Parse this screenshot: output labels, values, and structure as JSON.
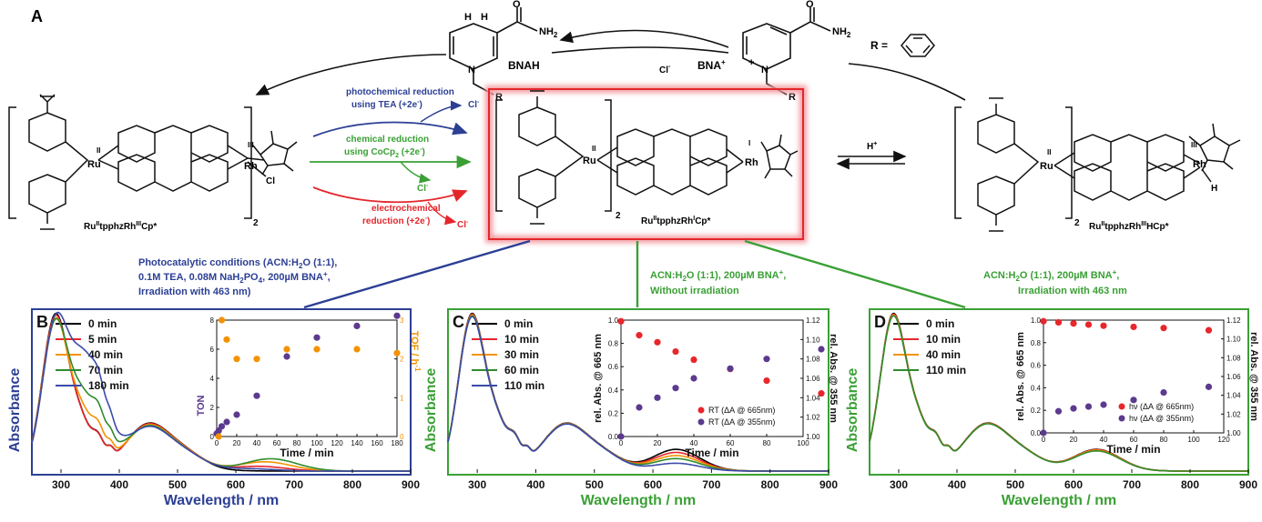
{
  "figure": {
    "panel_a_label": "A",
    "r_equals": "R =",
    "bnah": "BNAH",
    "bna": "BNA",
    "bna_sup": "+",
    "cl_minus": "Cl",
    "minus": "-",
    "h_plus": "H",
    "plus": "+",
    "nh2": "NH",
    "nh2_sub": "2",
    "o": "O",
    "n": "N",
    "r": "R",
    "h": "H",
    "cl": "Cl",
    "ru_ox": "II",
    "rh_ox_III": "III",
    "rh_ox_I": "I",
    "ru": "Ru",
    "rh": "Rh",
    "sub2": "2",
    "compound_left": "Ru",
    "compound_left_sup1": "II",
    "compound_left_mid": "tpphzRh",
    "compound_left_sup2": "III",
    "compound_left_end": "Cp*",
    "compound_center_sup2": "I",
    "compound_right_mid": "tpphzRh",
    "compound_right_sup2": "III",
    "compound_right_end": "HCp*",
    "photochem_1": "photochemical reduction",
    "photochem_2": "using TEA (+2e",
    "chem_1": "chemical reduction",
    "chem_2": "using CoCp",
    "chem_2b": " (+2e",
    "electro_1": "electrochemical",
    "electro_2": "reduction (+2e",
    "close": ")",
    "cond_b_1": "Photocatalytic conditions (ACN:H",
    "cond_b_1b": "O (1:1),",
    "cond_b_2": "0.1M TEA, 0.08M NaH",
    "cond_b_2b": "PO",
    "cond_b_2c": ", 200µM BNA",
    "cond_b_2d": ",",
    "cond_b_3": "Irradiation with 463 nm)",
    "cond_c_1": "ACN:H",
    "cond_c_1b": "O (1:1), 200µM BNA",
    "cond_c_1c": ",",
    "cond_c_2": "Without irradiation",
    "cond_d_1": "ACN:H",
    "cond_d_1b": "O (1:1), 200µM BNA",
    "cond_d_1c": ",",
    "cond_d_2": "Irradiation with 463 nm",
    "sub4": "4"
  },
  "chart_data": [
    {
      "type": "line",
      "panel": "B",
      "xlabel": "Wavelength / nm",
      "ylabel": "Absorbance",
      "xlim": [
        250,
        900
      ],
      "xticks": [
        300,
        400,
        500,
        600,
        700,
        800,
        900
      ],
      "legend": [
        "0 min",
        "5 min",
        "40 min",
        "70 min",
        "180 min"
      ],
      "colors": [
        "#000000",
        "#e8262b",
        "#f39200",
        "#2e8b2e",
        "#3b4aa8"
      ],
      "inset": {
        "type": "scatter",
        "xlabel": "Time / min",
        "ylabel_left": "TON",
        "ylabel_right": "TOF / h",
        "ylabel_right_sup": "-1",
        "xticks": [
          0,
          20,
          40,
          60,
          80,
          100,
          120,
          140,
          160,
          180
        ],
        "yticks_left": [
          0,
          2,
          4,
          6,
          8
        ],
        "yticks_right": [
          0,
          1,
          2,
          3
        ],
        "ton": {
          "x": [
            0,
            2,
            5,
            10,
            20,
            40,
            70,
            100,
            140,
            180
          ],
          "y": [
            0.2,
            0.4,
            0.7,
            1.0,
            1.5,
            2.8,
            5.5,
            6.8,
            7.6,
            8.3
          ]
        },
        "tof": {
          "x": [
            2,
            5,
            10,
            20,
            40,
            70,
            100,
            140,
            180
          ],
          "y": [
            0.0,
            3.0,
            2.5,
            2.0,
            2.0,
            2.25,
            2.25,
            2.25,
            2.15
          ]
        }
      }
    },
    {
      "type": "line",
      "panel": "C",
      "xlabel": "Wavelength / nm",
      "ylabel": "Absorbance",
      "xlim": [
        250,
        900
      ],
      "xticks": [
        300,
        400,
        500,
        600,
        700,
        800,
        900
      ],
      "legend": [
        "0 min",
        "10 min",
        "30 min",
        "60 min",
        "110 min"
      ],
      "colors": [
        "#000000",
        "#e8262b",
        "#f39200",
        "#2e8b2e",
        "#3b4aa8"
      ],
      "inset": {
        "type": "scatter",
        "xlabel": "Time / min",
        "ylabel_left": "rel. Abs. @ 665 nm",
        "ylabel_right": "rel. Abs. @ 355 nm",
        "xticks": [
          0,
          20,
          40,
          60,
          80,
          100
        ],
        "yticks_left": [
          0.0,
          0.2,
          0.4,
          0.6,
          0.8,
          1.0
        ],
        "yticks_right": [
          1.0,
          1.02,
          1.04,
          1.06,
          1.08,
          1.1,
          1.12
        ],
        "series": [
          {
            "name": "RT (ΔA @ 665nm)",
            "x": [
              0,
              10,
              20,
              30,
              40,
              60,
              80,
              110
            ],
            "y": [
              0.99,
              0.87,
              0.81,
              0.73,
              0.66,
              0.58,
              0.48,
              0.37
            ]
          },
          {
            "name": "RT (ΔA @ 355nm)",
            "x": [
              0,
              10,
              20,
              30,
              40,
              60,
              80,
              110
            ],
            "y": [
              1.0,
              1.03,
              1.04,
              1.05,
              1.06,
              1.07,
              1.08,
              1.09
            ]
          }
        ]
      }
    },
    {
      "type": "line",
      "panel": "D",
      "xlabel": "Wavelength / nm",
      "ylabel": "Absorbance",
      "xlim": [
        250,
        900
      ],
      "xticks": [
        300,
        400,
        500,
        600,
        700,
        800,
        900
      ],
      "legend": [
        "0 min",
        "10 min",
        "40 min",
        "110 min"
      ],
      "colors": [
        "#000000",
        "#e8262b",
        "#f39200",
        "#2e8b2e"
      ],
      "inset": {
        "type": "scatter",
        "xlabel": "Time / min",
        "ylabel_left": "rel. Abs. @ 665 nm",
        "ylabel_right": "rel. Abs. @ 355 nm",
        "xticks": [
          0,
          20,
          40,
          60,
          80,
          100,
          120
        ],
        "yticks_left": [
          0.0,
          0.2,
          0.4,
          0.6,
          0.8,
          1.0
        ],
        "yticks_right": [
          1.0,
          1.02,
          1.04,
          1.06,
          1.08,
          1.1,
          1.12
        ],
        "series": [
          {
            "name": "hν (ΔA @ 665nm)",
            "x": [
              0,
              10,
              20,
              30,
              40,
              60,
              80,
              110
            ],
            "y": [
              0.99,
              0.98,
              0.97,
              0.96,
              0.95,
              0.94,
              0.93,
              0.91
            ]
          },
          {
            "name": "hν (ΔA @ 355nm)",
            "x": [
              0,
              10,
              20,
              30,
              40,
              60,
              80,
              110
            ],
            "y": [
              1.0,
              1.023,
              1.026,
              1.028,
              1.03,
              1.035,
              1.043,
              1.049
            ]
          }
        ]
      }
    }
  ]
}
